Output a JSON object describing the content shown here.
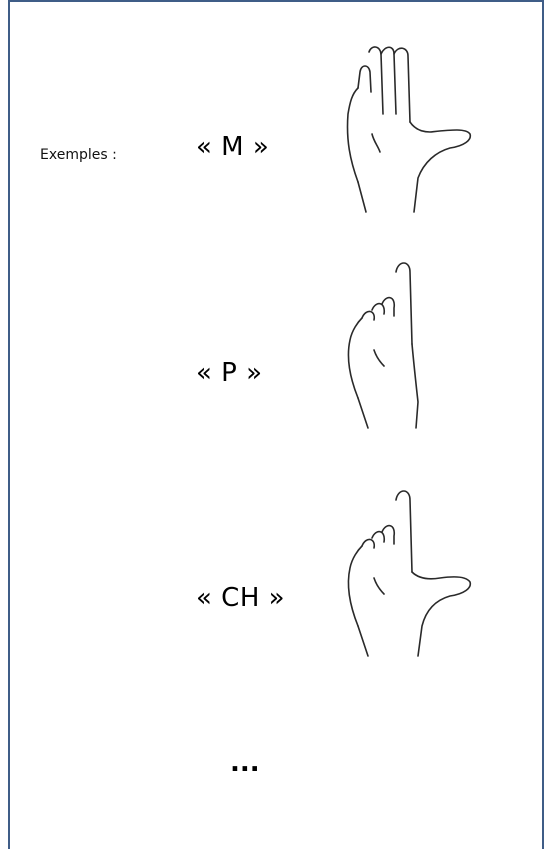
{
  "examples_label": "Exemples :",
  "examples": [
    {
      "letter": "« M »",
      "icon": "hand-m-sign-icon"
    },
    {
      "letter": "« P »",
      "icon": "hand-p-sign-icon"
    },
    {
      "letter": "« CH »",
      "icon": "hand-ch-sign-icon"
    }
  ],
  "continuation": "..."
}
